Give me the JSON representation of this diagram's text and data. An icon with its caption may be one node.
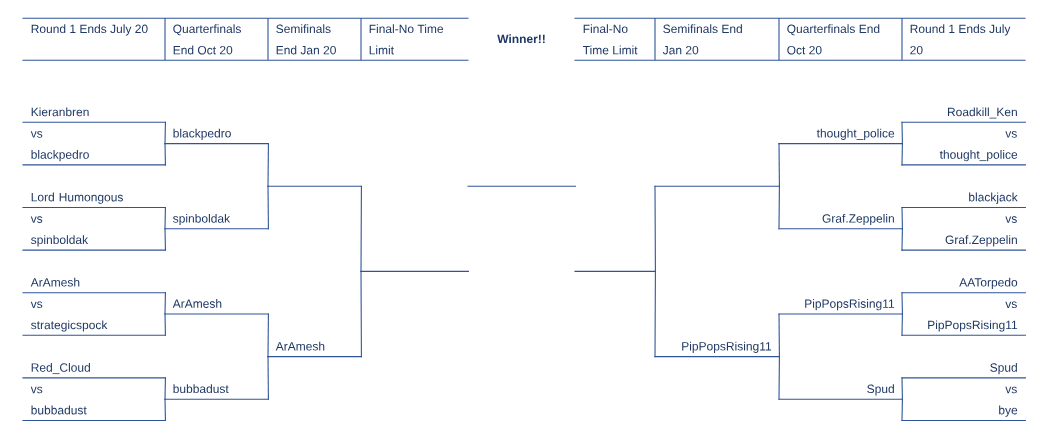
{
  "diagram": {
    "nodes": [
      {
        "text": [
          "Kieranbren"
        ]
      },
      {
        "text": [
          "blackpedro"
        ]
      },
      {
        "text": [
          "Lord Humongous"
        ]
      },
      {
        "text": [
          "spinboldak"
        ]
      },
      {
        "text": [
          "ArAmesh"
        ]
      },
      {
        "text": [
          "strategicspock"
        ]
      },
      {
        "text": [
          "Red_Cloud"
        ]
      },
      {
        "text": [
          "bubbadust"
        ]
      },
      {
        "text": [
          "blackpedro"
        ]
      },
      {
        "text": [
          "spinboldak"
        ]
      },
      {
        "text": [
          "ArAmesh"
        ]
      },
      {
        "text": [
          "bubbadust"
        ]
      },
      {
        "text": [],
        "shape": "line"
      },
      {
        "text": [
          "ArAmesh"
        ]
      },
      {
        "text": [],
        "shape": "line"
      },
      {
        "text": [],
        "shape": "line"
      },
      {
        "text": [],
        "shape": "line"
      },
      {
        "text": [],
        "shape": "line"
      },
      {
        "text": [
          "PipPopsRising11"
        ]
      },
      {
        "text": [
          "thought_police"
        ]
      },
      {
        "text": [
          "Graf.Zeppelin"
        ]
      },
      {
        "text": [
          "PipPopsRising11"
        ]
      },
      {
        "text": [
          "Spud"
        ]
      },
      {
        "text": [
          "Roadkill_Ken"
        ]
      },
      {
        "text": [
          "thought_police"
        ]
      },
      {
        "text": [
          "blackjack"
        ]
      },
      {
        "text": [
          "Graf.Zeppelin"
        ]
      },
      {
        "text": [
          "AATorpedo"
        ]
      },
      {
        "text": [
          "PipPopsRising11"
        ]
      },
      {
        "text": [
          "Spud"
        ]
      },
      {
        "text": [
          "bye"
        ]
      }
    ],
    "edges": [
      {
        "from": 0,
        "to": 8,
        "arrow": "none"
      },
      {
        "from": 1,
        "to": 8,
        "arrow": "none"
      },
      {
        "from": 2,
        "to": 9,
        "arrow": "none"
      },
      {
        "from": 3,
        "to": 9,
        "arrow": "none"
      },
      {
        "from": 4,
        "to": 10,
        "arrow": "none"
      },
      {
        "from": 5,
        "to": 10,
        "arrow": "none"
      },
      {
        "from": 6,
        "to": 11,
        "arrow": "none"
      },
      {
        "from": 7,
        "to": 11,
        "arrow": "none"
      },
      {
        "from": 8,
        "to": 12,
        "arrow": "none"
      },
      {
        "from": 9,
        "to": 12,
        "arrow": "none"
      },
      {
        "from": 10,
        "to": 13,
        "arrow": "none"
      },
      {
        "from": 11,
        "to": 13,
        "arrow": "none"
      },
      {
        "from": 12,
        "to": 14,
        "arrow": "none"
      },
      {
        "from": 13,
        "to": 14,
        "arrow": "none"
      },
      {
        "from": 23,
        "to": 19,
        "arrow": "none"
      },
      {
        "from": 24,
        "to": 19,
        "arrow": "none"
      },
      {
        "from": 25,
        "to": 20,
        "arrow": "none"
      },
      {
        "from": 26,
        "to": 20,
        "arrow": "none"
      },
      {
        "from": 27,
        "to": 21,
        "arrow": "none"
      },
      {
        "from": 28,
        "to": 21,
        "arrow": "none"
      },
      {
        "from": 29,
        "to": 22,
        "arrow": "none"
      },
      {
        "from": 30,
        "to": 22,
        "arrow": "none"
      },
      {
        "from": 19,
        "to": 17,
        "arrow": "none"
      },
      {
        "from": 20,
        "to": 17,
        "arrow": "none"
      },
      {
        "from": 21,
        "to": 18,
        "arrow": "none"
      },
      {
        "from": 22,
        "to": 18,
        "arrow": "none"
      },
      {
        "from": 17,
        "to": 16,
        "arrow": "none"
      },
      {
        "from": 18,
        "to": 16,
        "arrow": "none"
      }
    ],
    "labels": [
      "Round 1 Ends July 20",
      "Quarterfinals End Oct 20",
      "Semifinals End Jan 20",
      "Final-No Time Limit",
      "Winner!!",
      "Final-No Time Limit",
      "Semifinals End Jan 20",
      "Quarterfinals End Oct 20",
      "Round 1 Ends July 20",
      "vs",
      "vs",
      "vs",
      "vs",
      "vs",
      "vs",
      "vs",
      "vs"
    ]
  }
}
